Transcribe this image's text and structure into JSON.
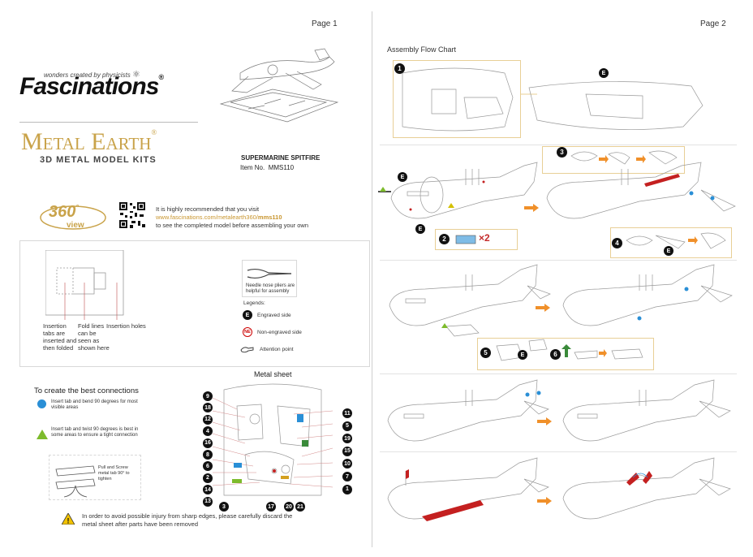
{
  "page1": {
    "label": "Page 1",
    "tagline": "wonders created by physicists",
    "brand": "Fascinations",
    "brand_mark": "®",
    "metal_earth": "Metal Earth",
    "metal_earth_mark": "®",
    "kits": "3D METAL MODEL KITS",
    "model_name": "SUPERMARINE SPITFIRE",
    "item_label": "Item No.",
    "item_no": "MMS110",
    "view360": {
      "degree": "360",
      "deg_mark": "°",
      "view": "view",
      "line1": "It is highly recommended that you visit",
      "link": "www.fascinations.com/metalearth360/",
      "link_bold": "mms110",
      "line3": "to see the completed model before assembling your own"
    },
    "instructions": {
      "insertion_tabs": "Insertion tabs are inserted and then folded",
      "fold_lines": "Fold lines can be seen as shown here",
      "insertion_holes": "Insertion holes",
      "pliers_note": "Needle nose pliers are helpful for assembly",
      "legends_title": "Legends:",
      "engraved": "Engraved side",
      "non_engraved": "Non-engraved side",
      "attention": "Attention point",
      "e_mark": "E",
      "ne_mark": "NE"
    },
    "connections": {
      "title": "To create the best connections",
      "blue": "Insert tab and bend 90 degrees for most visible areas",
      "green": "Insert tab and twist 90 degrees is best in some areas to ensure a tight connection",
      "twist_note": "Pull and Screw metal tab 90° to tighten"
    },
    "metal_sheet": {
      "title": "Metal sheet",
      "left_numbers": [
        "9",
        "18",
        "12",
        "4",
        "16",
        "8",
        "6",
        "2",
        "14",
        "13"
      ],
      "right_numbers": [
        "11",
        "5",
        "19",
        "15",
        "10",
        "7",
        "1"
      ],
      "bottom_numbers": [
        "3",
        "17",
        "20",
        "21"
      ]
    },
    "warning": "In order to avoid possible injury from sharp edges, please carefully discard the metal sheet after parts have been removed",
    "colors": {
      "gold": "#c9a34a",
      "blue": "#2a8fd6",
      "green": "#7dbb2c",
      "yellow": "#f2c200"
    }
  },
  "page2": {
    "label": "Page 2",
    "flow_title": "Assembly Flow Chart",
    "steps": [
      "1",
      "2",
      "3",
      "4",
      "5",
      "6"
    ],
    "e_mark": "E",
    "times_two": "×2",
    "colors": {
      "arrow": "#f0902a",
      "frame": "#e8cf96",
      "red": "#c42020"
    }
  }
}
